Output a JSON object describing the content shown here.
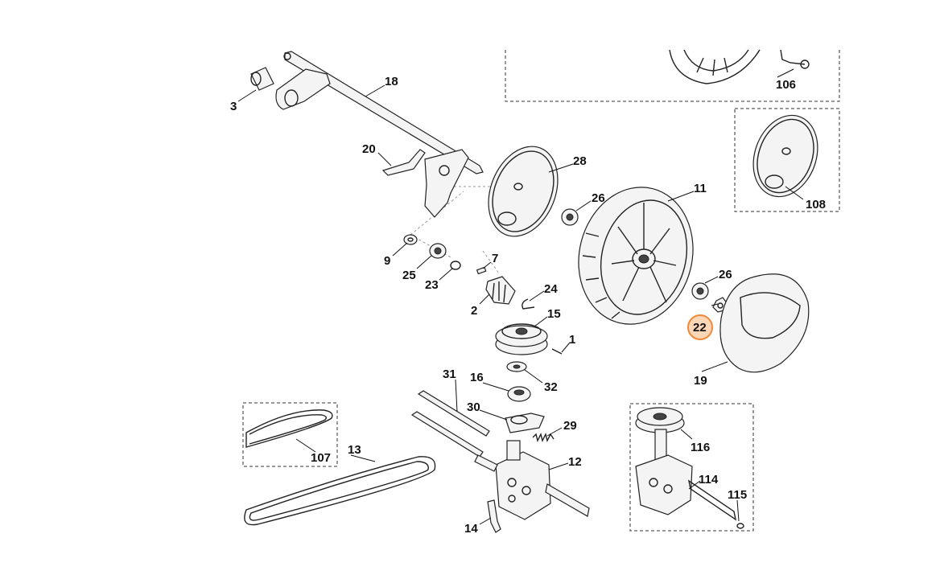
{
  "labels": {
    "p1": "1",
    "p2": "2",
    "p3": "3",
    "p7": "7",
    "p9": "9",
    "p11": "11",
    "p12": "12",
    "p13": "13",
    "p14": "14",
    "p15": "15",
    "p16": "16",
    "p18": "18",
    "p19": "19",
    "p20": "20",
    "p22": "22",
    "p23": "23",
    "p24": "24",
    "p25": "25",
    "p26a": "26",
    "p26b": "26",
    "p28": "28",
    "p29": "29",
    "p30": "30",
    "p31": "31",
    "p32": "32",
    "p106": "106",
    "p107": "107",
    "p108": "108",
    "p114": "114",
    "p115": "115",
    "p116": "116"
  },
  "highlighted_part": "22",
  "colors": {
    "highlight_stroke": "#f08a3a",
    "highlight_fill": "#fbd7b8",
    "line": "#222222"
  }
}
